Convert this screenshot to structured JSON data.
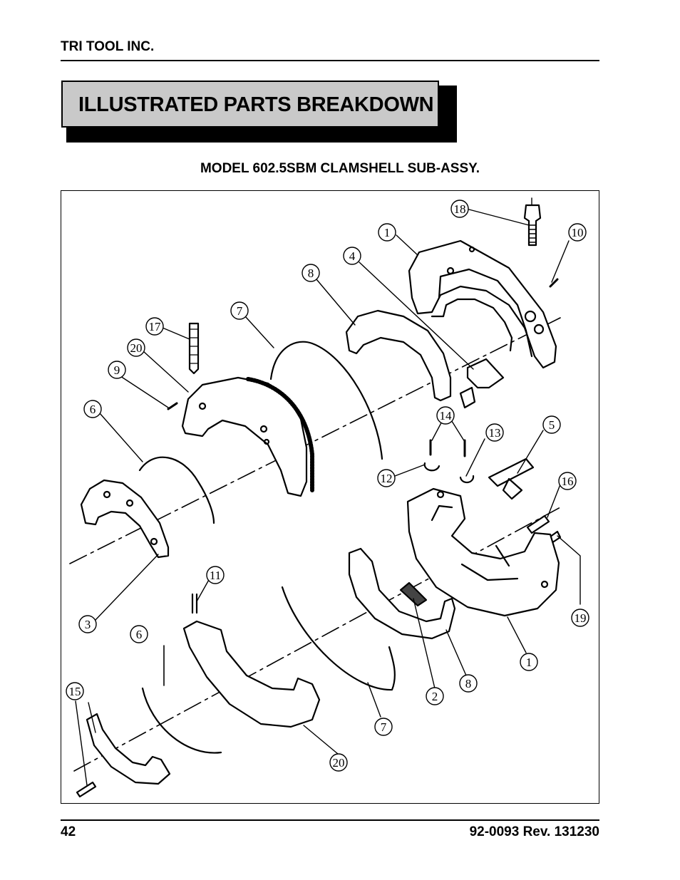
{
  "header": {
    "company": "TRI TOOL INC."
  },
  "banner": {
    "title": "ILLUSTRATED PARTS BREAKDOWN"
  },
  "figure": {
    "title": "MODEL 602.5SBM CLAMSHELL SUB-ASSY.",
    "callouts": [
      "18",
      "1",
      "10",
      "4",
      "8",
      "7",
      "17",
      "20",
      "9",
      "6",
      "14",
      "13",
      "5",
      "12",
      "16",
      "11",
      "19",
      "3",
      "6",
      "1",
      "2",
      "8",
      "15",
      "7",
      "20"
    ]
  },
  "footer": {
    "page_number": "42",
    "document_ref": "92-0093  Rev. 131230"
  }
}
